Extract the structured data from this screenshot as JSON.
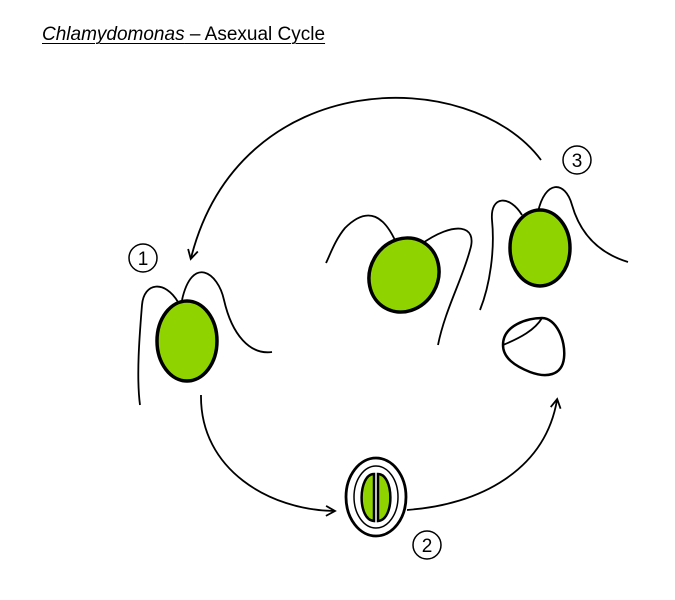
{
  "title": {
    "genus": "Chlamydomonas",
    "rest": " – Asexual Cycle"
  },
  "steps": [
    {
      "label": "1"
    },
    {
      "label": "2"
    },
    {
      "label": "3"
    }
  ],
  "colors": {
    "cell_fill": "#8fd400",
    "outline": "#000000",
    "background": "#ffffff"
  }
}
